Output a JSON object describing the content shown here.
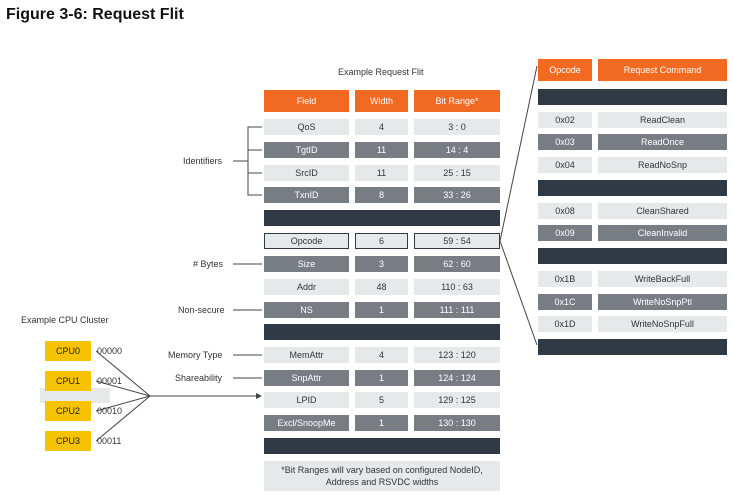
{
  "figure_title": "Figure 3-6: Request Flit",
  "flit_caption": "Example Request Flit",
  "headers": {
    "field": "Field",
    "width": "Width",
    "bit_range": "Bit Range*"
  },
  "rows": [
    {
      "field": "QoS",
      "width": "4",
      "range": "3 : 0"
    },
    {
      "field": "TgtID",
      "width": "11",
      "range": "14 : 4"
    },
    {
      "field": "SrcID",
      "width": "11",
      "range": "25 : 15"
    },
    {
      "field": "TxnID",
      "width": "8",
      "range": "33 : 26"
    },
    {
      "field": "Opcode",
      "width": "6",
      "range": "59 : 54"
    },
    {
      "field": "Size",
      "width": "3",
      "range": "62 : 60"
    },
    {
      "field": "Addr",
      "width": "48",
      "range": "110 : 63"
    },
    {
      "field": "NS",
      "width": "1",
      "range": "111 : 111"
    },
    {
      "field": "MemAttr",
      "width": "4",
      "range": "123 : 120"
    },
    {
      "field": "SnpAttr",
      "width": "1",
      "range": "124 : 124"
    },
    {
      "field": "LPID",
      "width": "5",
      "range": "129 : 125"
    },
    {
      "field": "Excl/SnoopMe",
      "width": "1",
      "range": "130 : 130"
    }
  ],
  "labels": {
    "identifiers": "Identifiers",
    "bytes": "# Bytes",
    "non_secure": "Non-secure",
    "memory_type": "Memory Type",
    "shareability": "Shareability"
  },
  "footnote": {
    "line1": "*Bit Ranges will vary based on configured NodeID,",
    "line2": "Address and RSVDC widths"
  },
  "opcode_table": {
    "header_opcode": "Opcode",
    "header_command": "Request Command",
    "entries": [
      {
        "code": "0x02",
        "cmd": "ReadClean"
      },
      {
        "code": "0x03",
        "cmd": "ReadOnce"
      },
      {
        "code": "0x04",
        "cmd": "ReadNoSnp"
      },
      {
        "code": "0x08",
        "cmd": "CleanShared"
      },
      {
        "code": "0x09",
        "cmd": "CleanInvalid"
      },
      {
        "code": "0x1B",
        "cmd": "WriteBackFull"
      },
      {
        "code": "0x1C",
        "cmd": "WriteNoSnpPtl"
      },
      {
        "code": "0x1D",
        "cmd": "WriteNoSnpFull"
      }
    ]
  },
  "cpu_cluster": {
    "caption": "Example CPU Cluster",
    "cpus": [
      {
        "name": "CPU0",
        "id": "00000"
      },
      {
        "name": "CPU1",
        "id": "00001"
      },
      {
        "name": "CPU2",
        "id": "00010"
      },
      {
        "name": "CPU3",
        "id": "00011"
      }
    ]
  },
  "colors": {
    "header_orange": "#f26a22",
    "light_cell": "#e6e9ea",
    "dark_cell": "#777d83",
    "divider_bar": "#2f3a45",
    "cpu_yellow": "#f7c300"
  }
}
